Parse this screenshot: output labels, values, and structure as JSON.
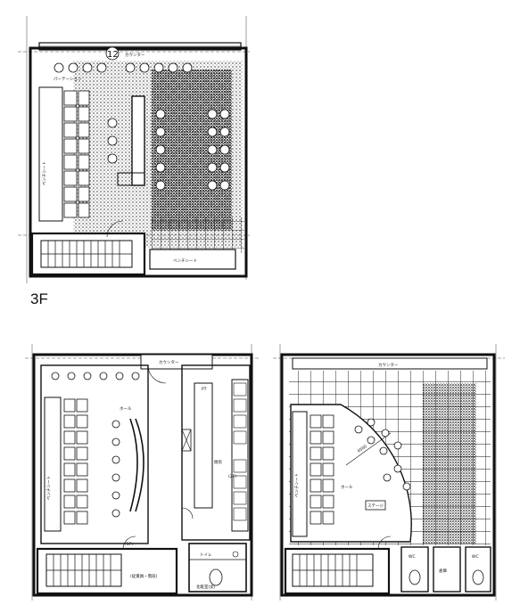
{
  "plans": [
    {
      "id": "top",
      "floor_label": "3F",
      "bubble_number": "12",
      "labels": {
        "top_counter": "カウンター",
        "left_bench": "ベンチシート",
        "bottom_bench": "ベンチシート",
        "partition": "パーテーション"
      }
    },
    {
      "id": "bottom-left",
      "labels": {
        "top_counter": "カウンター",
        "left_bench": "ベンチシート",
        "hall": "ホール",
        "kitchen": "厨房",
        "pantry": "PT",
        "seat_count_a": "(1F)",
        "seat_count_b": "(2F)",
        "stair_note": "(従業員・階段)",
        "toilet": "トイレ",
        "toilet_2": "化粧室(女)"
      }
    },
    {
      "id": "bottom-right",
      "labels": {
        "top_counter": "カウンター",
        "left_bench": "ベンチシート",
        "hall": "ホール",
        "stage": "ステージ",
        "dimension": "4500",
        "toilet_a": "WC",
        "toilet_b": "WC",
        "storage": "倉庫"
      }
    }
  ]
}
